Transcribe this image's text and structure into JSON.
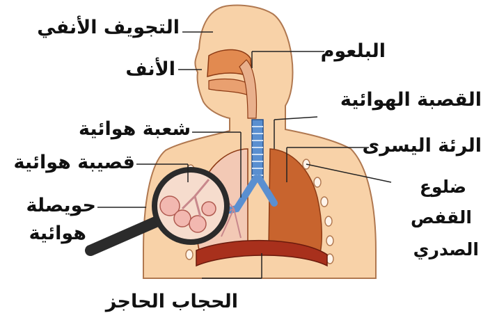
{
  "labels": {
    "nasal_cavity": "التجويف الأنفي",
    "nose": "الأنف",
    "pharynx": "البلعوم",
    "trachea": "القصبة الهوائية",
    "bronchus": "شعبة هوائية",
    "left_lung": "الرئة اليسرى",
    "bronchiole": "قصيبة هوائية",
    "rib_cage_line1": "ضلوع",
    "rib_cage_line2": "القفص",
    "rib_cage_line3": "الصدري",
    "alveolus_line1": "حويصلة",
    "alveolus_line2": "هوائية",
    "diaphragm": "الحجاب الحاجز"
  },
  "colors": {
    "skin": "#f8d2a8",
    "skin_outline": "#b07850",
    "lung": "#c8642e",
    "lung_dark": "#8c3a14",
    "airway": "#5a8fd0",
    "nasal": "#e28a50",
    "leader_line": "#222222",
    "magnifier_handle": "#2b2b2b",
    "alveoli": "#f2b8b0"
  }
}
